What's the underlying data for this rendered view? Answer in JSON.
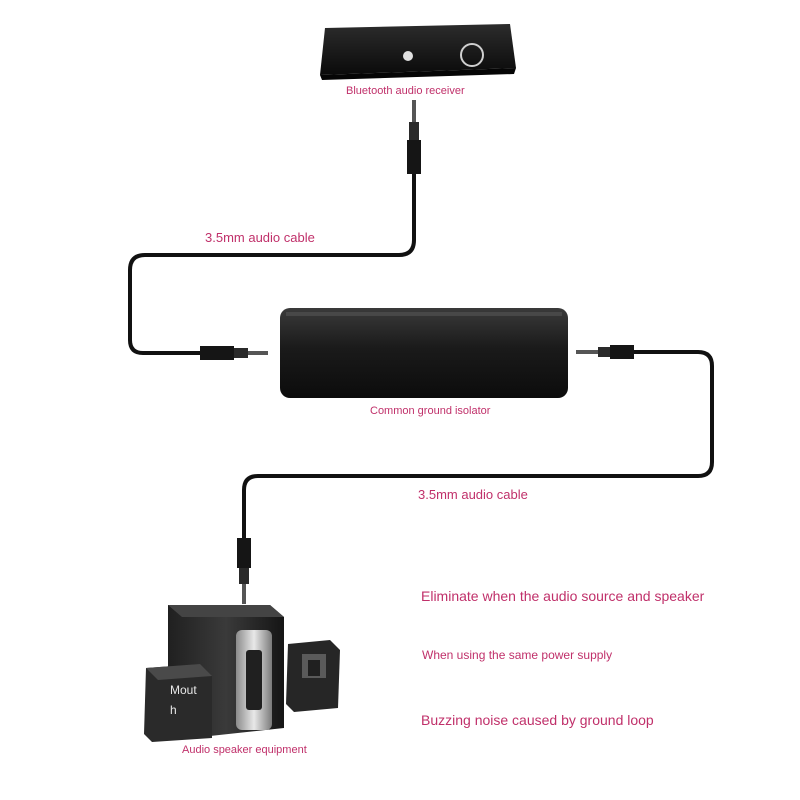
{
  "labels": {
    "receiver": "Bluetooth audio receiver",
    "cable_top": "3.5mm audio cable",
    "isolator": "Common ground isolator",
    "cable_bottom": "3.5mm audio cable",
    "speaker": "Audio speaker equipment",
    "speaker_box_text": "Mout\nh"
  },
  "notes": [
    "Eliminate when the audio source and speaker",
    "When using the same power supply",
    "Buzzing noise caused by ground loop"
  ],
  "colors": {
    "label_pink": "#c0306a",
    "cable_black": "#111111",
    "device_dark": "#1a1a1a"
  },
  "icons": [
    "bluetooth-receiver-icon",
    "ground-isolator-icon",
    "speaker-set-icon",
    "audio-plug-icon"
  ]
}
